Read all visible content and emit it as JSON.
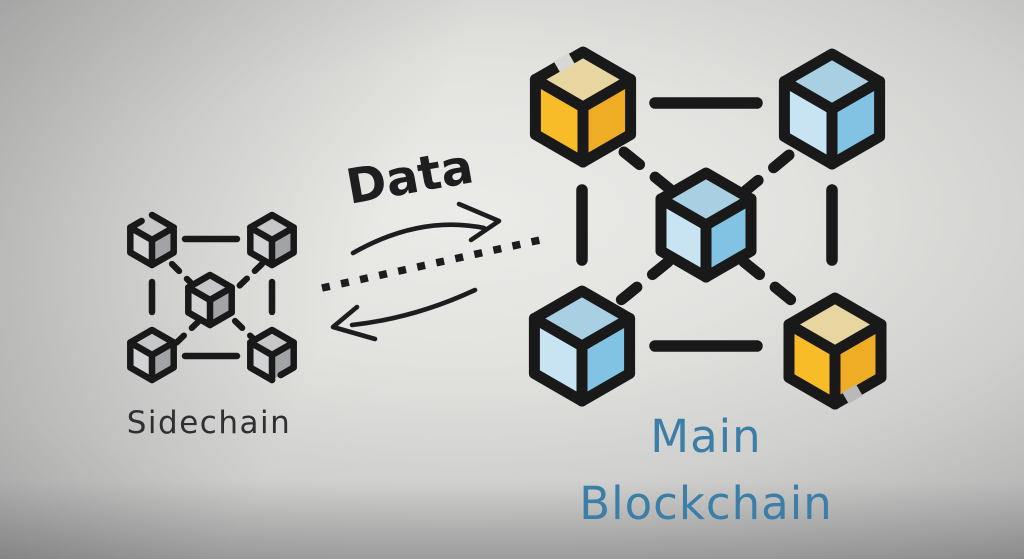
{
  "labels": {
    "sidechain": "Sidechain",
    "data": "Data",
    "main_line1": "Main",
    "main_line2": "Blockchain"
  },
  "diagram": {
    "type": "blockchain-sidechain-illustration",
    "left_network": {
      "name": "Sidechain",
      "block_count": 5,
      "block_style": "gray"
    },
    "right_network": {
      "name": "Main Blockchain",
      "block_count": 5,
      "block_styles": [
        "yellow",
        "blue",
        "blue",
        "blue",
        "yellow"
      ]
    },
    "connection": {
      "label": "Data",
      "bidirectional": true,
      "style": "dotted line with curved arrows"
    }
  },
  "colors": {
    "outline": "#191919",
    "arrow": "#1d1d1f",
    "data_label": "#1e1e20",
    "sidechain_label": "#2f2f31",
    "main_label": "#3b7ea8",
    "yellow_top": "#e7d6a0",
    "yellow_left": "#f7bc28",
    "yellow_right": "#eead24",
    "blue_top": "#a9cfe3",
    "blue_left": "#c8e3f1",
    "blue_right": "#82c3e3",
    "gray_top": "#c6c7c9",
    "gray_left": "#d2d3d5",
    "gray_right": "#a2a3a7",
    "bg_mask_light": "#d7d7d4",
    "bg_mask_dark": "#b9b9b9"
  }
}
